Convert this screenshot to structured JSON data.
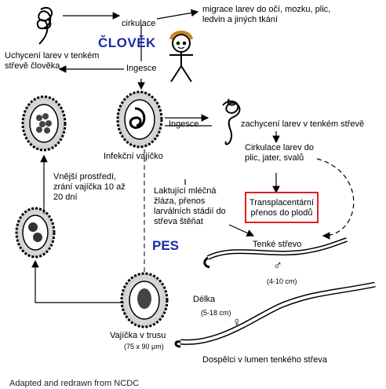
{
  "hosts": {
    "human": "ČLOVĚK",
    "dog": "PES"
  },
  "labels": {
    "circulation": "cirkulace",
    "migration": [
      "migrace larev do očí, mozku, plic,",
      "ledvin a jiných tkání"
    ],
    "capture_human": [
      "Uchycení larev v tenkém",
      "střevě člověka"
    ],
    "ingestion_top": "Ingesce",
    "ingestion_mid": "Ingesce",
    "capture_dog": "zachycení larev v tenkém střevě",
    "infective_egg": "Infekční vajíčko",
    "environment": [
      "Vnější prostředí,",
      "zrání  vajíčka 10 až",
      "20 dní"
    ],
    "larval_circulation": [
      "Cirkulace larev do",
      "plic, jater, svalů"
    ],
    "lactation": [
      "Laktující mléčná",
      "žláza, přenos",
      "larválních stádií do",
      "střeva štěňat"
    ],
    "transplacental": [
      "Transplacentární",
      "přenos do plodů"
    ],
    "small_intestine": "Tenké střevo",
    "length": "Délka",
    "male_symbol": "♂",
    "male_size": "(4-10 cm)",
    "female_size": "(5-18 cm)",
    "female_symbol": "♀",
    "eggs_in_feces": "Vajíčka v trusu",
    "egg_size": "(75 x 90 μm)",
    "adults": "Dospělci v lumen tenkého střeva"
  },
  "footer": "Adapted and redrawn from NCDC",
  "colors": {
    "host_label": "#1a2aa8",
    "highlight_box": "#e02020"
  }
}
